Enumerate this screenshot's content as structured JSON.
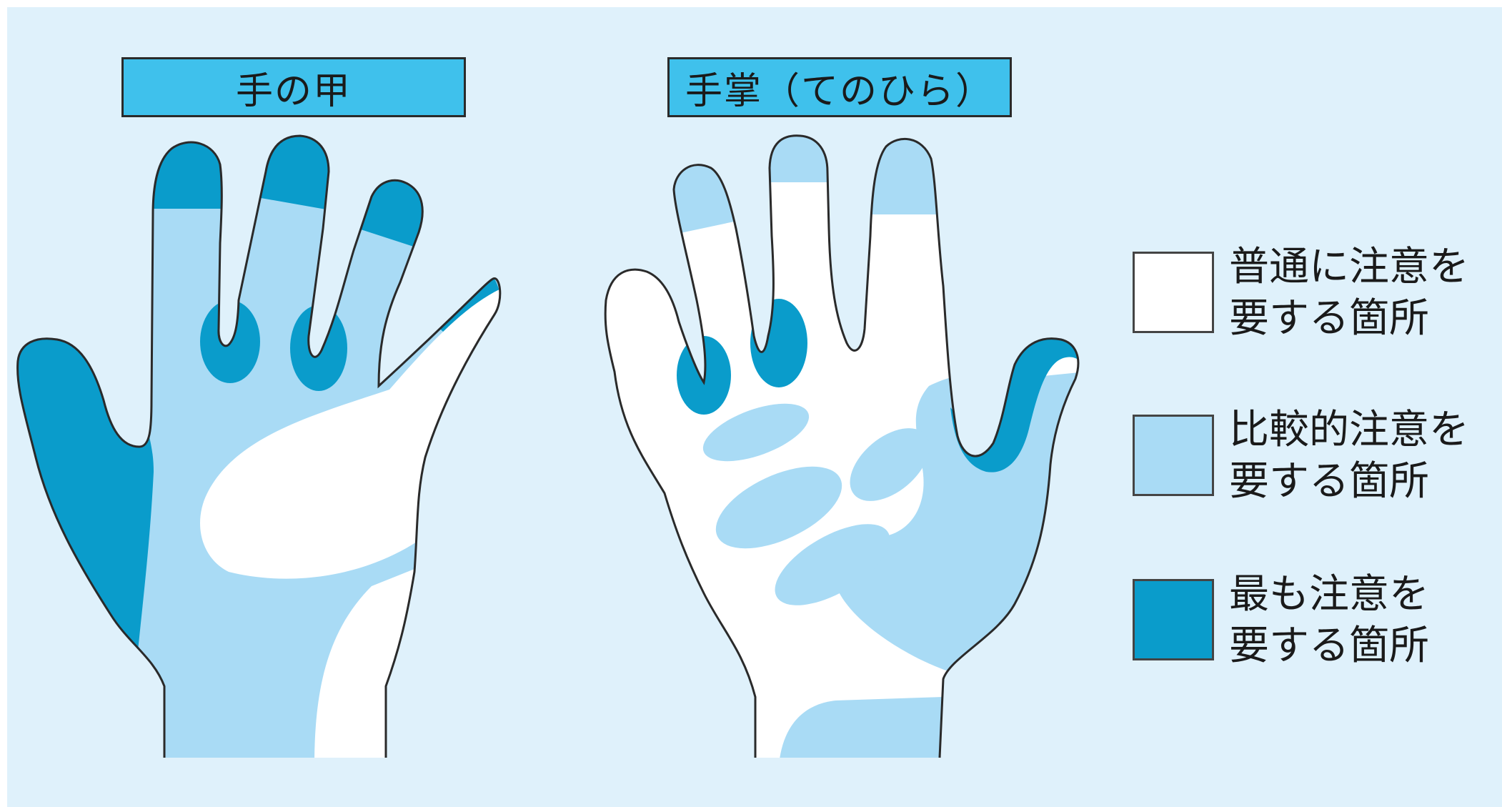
{
  "titles": {
    "back_of_hand": "手の甲",
    "palm": "手掌（てのひら）"
  },
  "legend": {
    "normal": {
      "label": "普通に注意を\n要する箇所",
      "color": "#ffffff"
    },
    "moderate": {
      "label": "比較的注意を\n要する箇所",
      "color": "#a9dbf5"
    },
    "high": {
      "label": "最も注意を\n要する箇所",
      "color": "#0a9ccb"
    }
  },
  "colors": {
    "background": "#dff1fb",
    "title_fill": "#3fc1ec",
    "outline": "#2a2a2a"
  }
}
